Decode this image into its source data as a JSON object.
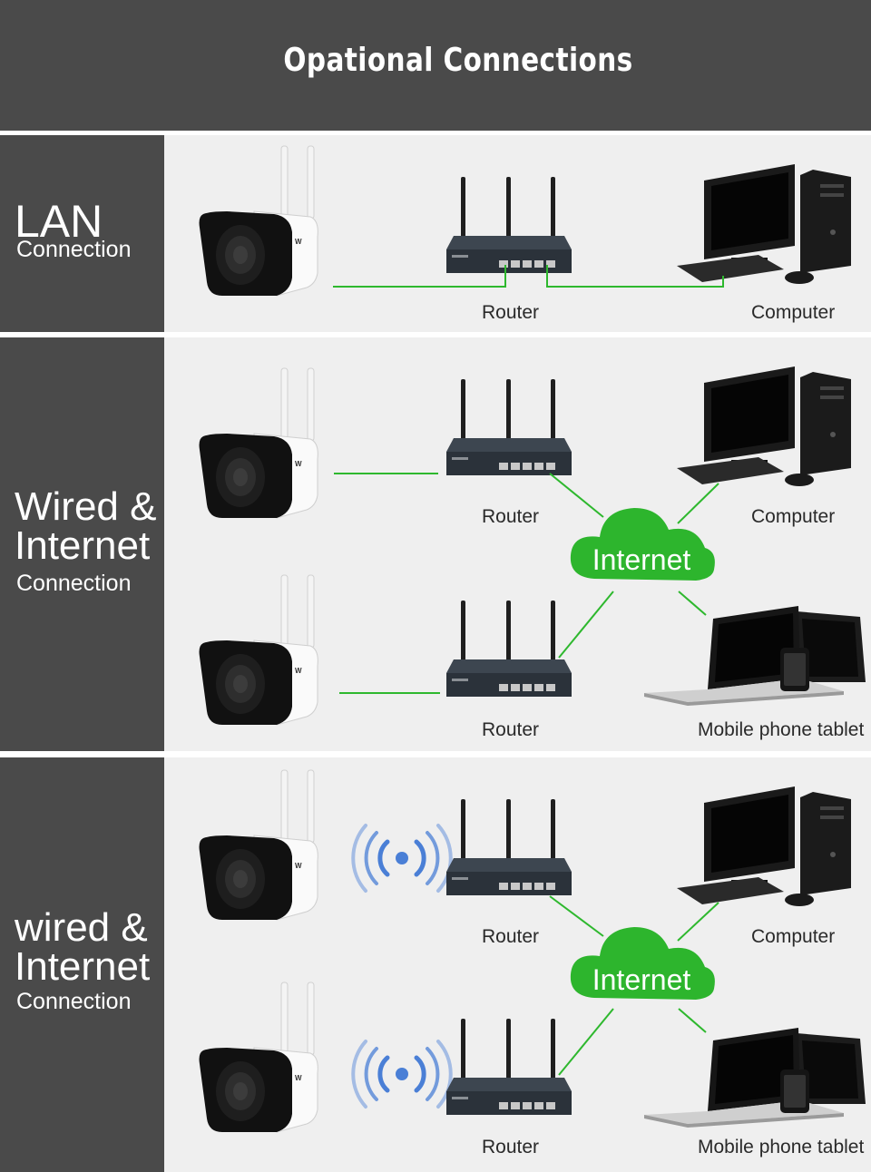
{
  "header": {
    "title": "Opational Connections"
  },
  "sections": [
    {
      "side": {
        "title": "LAN",
        "subtitle": "Connection"
      },
      "labels": {
        "router": "Router",
        "computer": "Computer"
      }
    },
    {
      "side": {
        "title_line1": "Wired &",
        "title_line2": "Internet",
        "subtitle": "Connection"
      },
      "labels": {
        "router_top": "Router",
        "computer": "Computer",
        "cloud": "Internet",
        "router_bottom": "Router",
        "mobile": "Mobile phone tablet"
      }
    },
    {
      "side": {
        "title_line1": "wired &",
        "title_line2": "Internet",
        "subtitle": "Connection"
      },
      "labels": {
        "router_top": "Router",
        "computer": "Computer",
        "cloud": "Internet",
        "router_bottom": "Router",
        "mobile": "Mobile phone tablet"
      }
    }
  ],
  "colors": {
    "line": "#2eb82e",
    "cloud": "#2db52d",
    "wifi": "#4a7fd6",
    "sidebar": "#4a4a4a",
    "panel": "#efefef"
  }
}
